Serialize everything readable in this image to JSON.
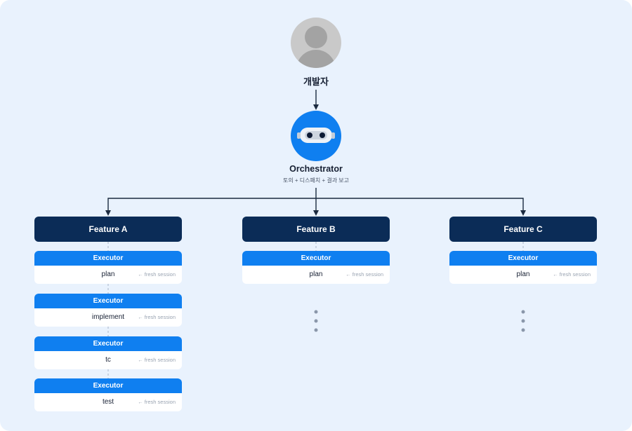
{
  "user": {
    "label": "개발자"
  },
  "orchestrator": {
    "title": "Orchestrator",
    "subtitle": "토의 + 디스패치 + 결과 보고"
  },
  "features": [
    {
      "name": "Feature A",
      "executors": [
        {
          "header": "Executor",
          "task": "plan",
          "note": "← fresh session"
        },
        {
          "header": "Executor",
          "task": "implement",
          "note": "← fresh session"
        },
        {
          "header": "Executor",
          "task": "tc",
          "note": "← fresh session"
        },
        {
          "header": "Executor",
          "task": "test",
          "note": "← fresh session"
        }
      ]
    },
    {
      "name": "Feature B",
      "executors": [
        {
          "header": "Executor",
          "task": "plan",
          "note": "← fresh session"
        }
      ]
    },
    {
      "name": "Feature C",
      "executors": [
        {
          "header": "Executor",
          "task": "plan",
          "note": "← fresh session"
        }
      ]
    }
  ],
  "colors": {
    "background": "#e9f2fd",
    "feature": "#0b2c57",
    "executor_header": "#0f7ff0",
    "connector": "#1b2a3f"
  }
}
